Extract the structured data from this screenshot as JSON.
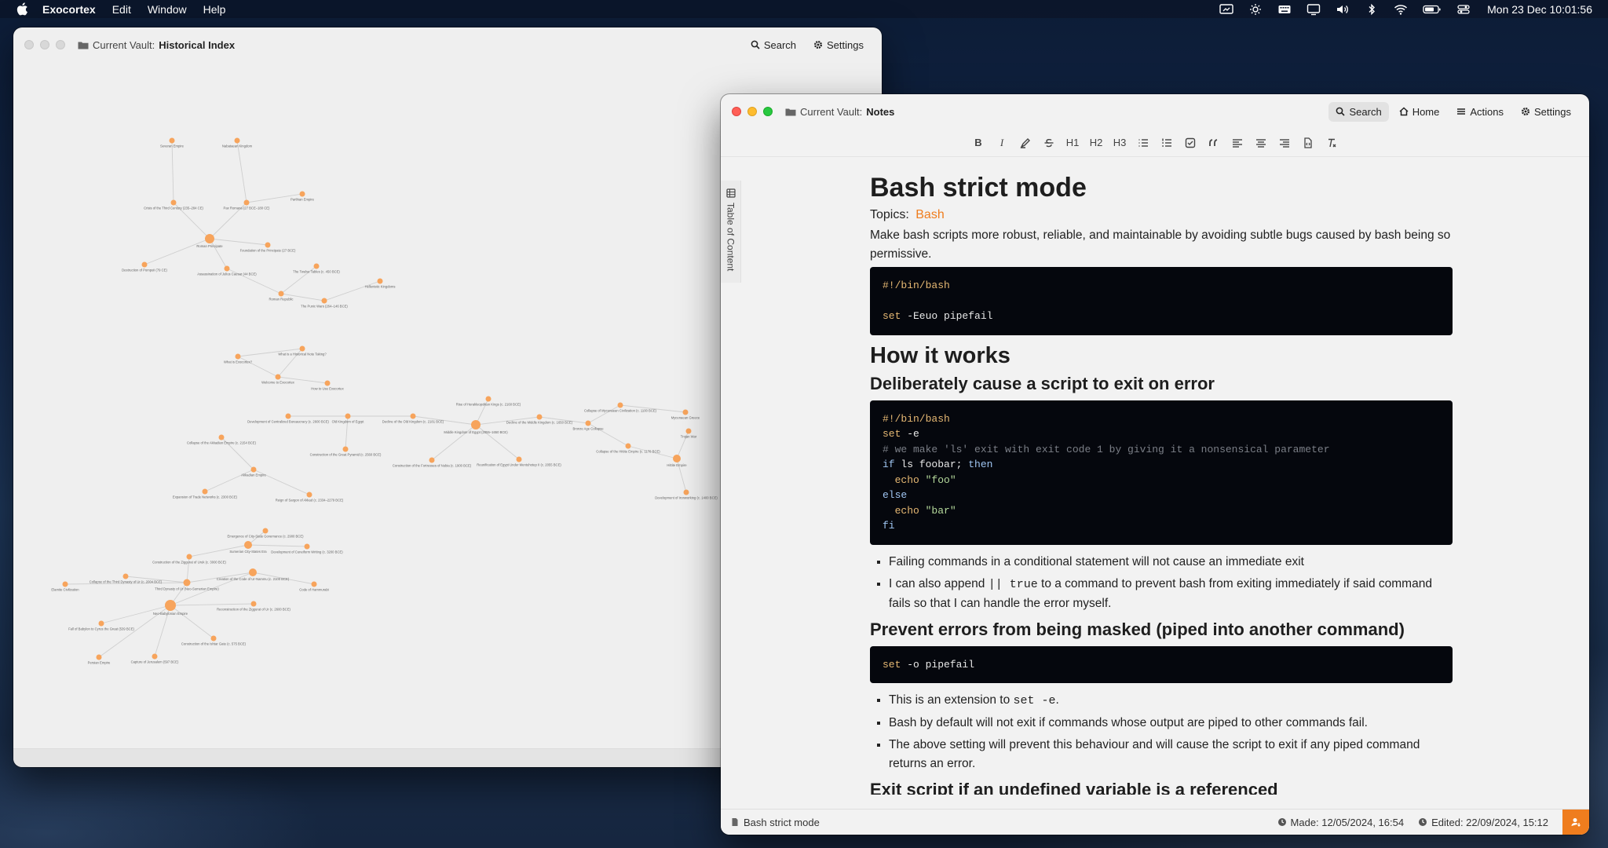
{
  "menubar": {
    "app_name": "Exocortex",
    "menus": [
      "Edit",
      "Window",
      "Help"
    ],
    "clock": "Mon 23 Dec  10:01:56"
  },
  "graph_window": {
    "vault_label": "Current Vault:",
    "vault_name": "Historical Index",
    "search_label": "Search",
    "settings_label": "Settings",
    "nodes": [
      {
        "label": "Severan Empire"
      },
      {
        "label": "Nabataean Kingdom"
      },
      {
        "label": "Parthian Empire"
      },
      {
        "label": "Crisis of the Third Century (235–284 CE)"
      },
      {
        "label": "Pax Romana (27 BCE–180 CE)"
      },
      {
        "label": "Roman Principate"
      },
      {
        "label": "Foundation of the Principate (27 BCE)"
      },
      {
        "label": "Destruction of Pompeii (79 CE)"
      },
      {
        "label": "Assassination of Julius Caesar (44 BCE)"
      },
      {
        "label": "The Twelve Tables (c. 450 BCE)"
      },
      {
        "label": "Hellenistic Kingdoms"
      },
      {
        "label": "Roman Republic"
      },
      {
        "label": "The Punic Wars (264–146 BCE)"
      },
      {
        "label": "What is a Historical Note Taking?"
      },
      {
        "label": "What is Exocortex?"
      },
      {
        "label": "Welcome to Exocortex"
      },
      {
        "label": "How to Use Exocortex"
      },
      {
        "label": "Rise of Herakleopolitan Kings (c. 2160 BCE)"
      },
      {
        "label": "Collapse of Mycenaean Civilization (c. 1100 BCE)"
      },
      {
        "label": "Mycenaean Greece"
      },
      {
        "label": "Development of Centralized Bureaucracy (c. 2600 BCE)"
      },
      {
        "label": "Old Kingdom of Egypt"
      },
      {
        "label": "Decline of the Old Kingdom (c. 2181 BCE)"
      },
      {
        "label": "Middle Kingdom of Egypt (2055–1650 BCE)"
      },
      {
        "label": "Decline of the Middle Kingdom (c. 1650 BCE)"
      },
      {
        "label": "Bronze Age Collapse"
      },
      {
        "label": "Trojan War"
      },
      {
        "label": "Collapse of the Akkadian Empire (c. 2154 BCE)"
      },
      {
        "label": "Construction of the Great Pyramid (c. 2560 BCE)"
      },
      {
        "label": "Construction of the Fortresses of Nubia (c. 1900 BCE)"
      },
      {
        "label": "Reunification of Egypt Under Mentuhotep II (c. 2055 BCE)"
      },
      {
        "label": "Collapse of the Hittite Empire (c. 1178 BCE)"
      },
      {
        "label": "Hittite Empire"
      },
      {
        "label": "Akkadian Empire"
      },
      {
        "label": "Expansion of Trade Networks (c. 2300 BCE)"
      },
      {
        "label": "Reign of Sargon of Akkad (c. 2334–2279 BCE)"
      },
      {
        "label": "Development of Ironworking (c. 1400 BCE)"
      },
      {
        "label": "Emergence of City-State Governance (c. 2900 BCE)"
      },
      {
        "label": "Sumerian City-States Era"
      },
      {
        "label": "Development of Cuneiform Writing (c. 3200 BCE)"
      },
      {
        "label": "Construction of the Ziggurat of Uruk (c. 3000 BCE)"
      },
      {
        "label": "Elamite Civilization"
      },
      {
        "label": "Collapse of the Third Dynasty of Ur (c. 2004 BCE)"
      },
      {
        "label": "Third Dynasty of Ur (Neo-Sumerian Empire)"
      },
      {
        "label": "Creation of the Code of Ur-Nammu (c. 2100 BCE)"
      },
      {
        "label": "Code of Hammurabi"
      },
      {
        "label": "Reconstruction of the Ziggurat of Ur (c. 2600 BCE)"
      },
      {
        "label": "Neo-Babylonian Empire"
      },
      {
        "label": "Fall of Babylon to Cyrus the Great (539 BCE)"
      },
      {
        "label": "Construction of the Ishtar Gate (c. 575 BCE)"
      },
      {
        "label": "Persian Empire"
      },
      {
        "label": "Capture of Jerusalem (597 BCE)"
      }
    ]
  },
  "notes_window": {
    "vault_label": "Current Vault:",
    "vault_name": "Notes",
    "search_label": "Search",
    "home_label": "Home",
    "actions_label": "Actions",
    "settings_label": "Settings",
    "toolbar": {
      "h1": "H1",
      "h2": "H2",
      "h3": "H3"
    },
    "toc_label": "Table of Content",
    "doc": {
      "title": "Bash strict mode",
      "topics_label": "Topics:",
      "topic": "Bash",
      "intro": "Make bash scripts more robust, reliable, and maintainable by avoiding subtle bugs caused by bash being so permissive.",
      "code1": {
        "shebang": "#!/bin/bash",
        "set": "set",
        "args": " -Eeuo pipefail"
      },
      "h_how": "How it works",
      "h_exit": "Deliberately cause a script to exit on error",
      "code2": {
        "shebang": "#!/bin/bash",
        "set": "set",
        "set_args": " -e",
        "comment": "# we make 'ls' exit with exit code 1 by giving it a nonsensical parameter",
        "if": "if",
        "cond": " ls foobar; ",
        "then": "then",
        "echo1": "echo",
        "str1": " \"foo\"",
        "else": "else",
        "echo2": "echo",
        "str2": " \"bar\"",
        "fi": "fi"
      },
      "bullets1": [
        "Failing commands in a conditional statement will not cause an immediate exit"
      ],
      "bullet2_pre": "I can also append ",
      "bullet2_code": "|| true",
      "bullet2_post": " to a command to prevent bash from exiting immediately if said command fails so that I can handle the error myself.",
      "h_mask": "Prevent errors from being masked (piped into another command)",
      "code3": {
        "set": "set",
        "args": " -o pipefail"
      },
      "bullet3_pre": "This is an extension to ",
      "bullet3_code": "set -e",
      "bullet3_post": ".",
      "bullets4": [
        "Bash by default will not exit if commands whose output are piped to other commands fail.",
        "The above setting will prevent this behaviour and will cause the script to exit if any piped command returns an error."
      ],
      "h_undef": "Exit script if an undefined variable is a referenced"
    },
    "status": {
      "doc_name": "Bash strict mode",
      "made": "Made: 12/05/2024, 16:54",
      "edited": "Edited: 22/09/2024, 15:12"
    },
    "colors": {
      "accent": "#ef7d1e",
      "code_bg": "#05070d"
    }
  }
}
